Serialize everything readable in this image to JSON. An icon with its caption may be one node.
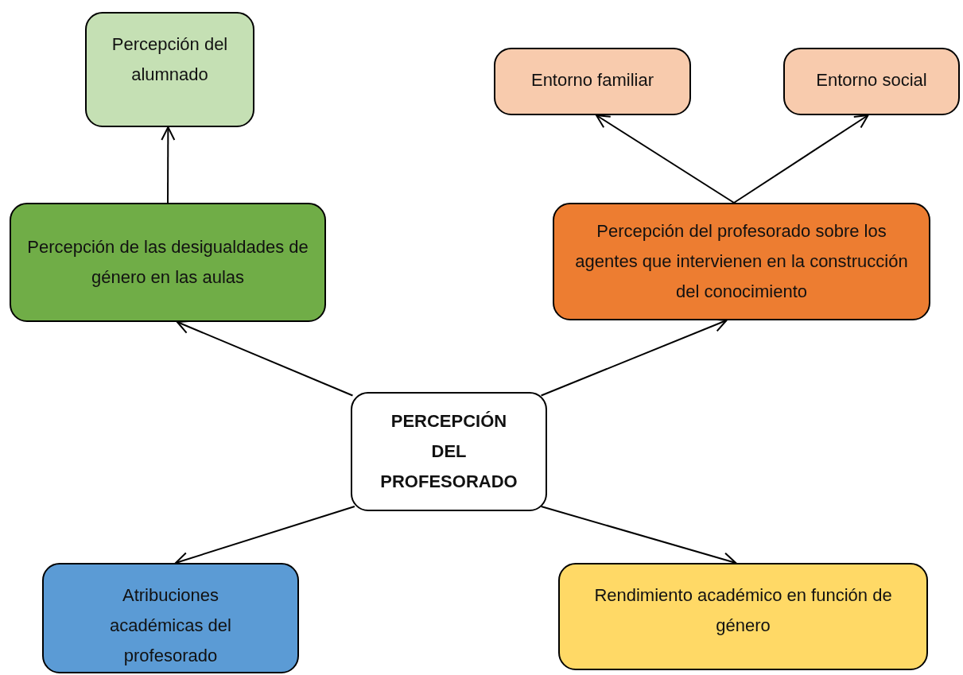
{
  "diagram": {
    "nodes": [
      {
        "text": [
          "Percepción del alumnado"
        ]
      },
      {
        "text": [
          "Percepción de las desigualdades de género en las aulas"
        ]
      },
      {
        "text": [
          "Entorno familiar"
        ]
      },
      {
        "text": [
          "Entorno social"
        ]
      },
      {
        "text": [
          "Percepción del profesorado sobre los agentes que intervienen en la construcción del conocimiento"
        ]
      },
      {
        "text": [
          "PERCEPCIÓN DEL PROFESORADO"
        ]
      },
      {
        "text": [
          "Atribuciones académicas del profesorado"
        ]
      },
      {
        "text": [
          "Rendimiento académico en función de género"
        ]
      }
    ],
    "edges": [
      {
        "from": 1,
        "to": 0,
        "arrow": "to"
      },
      {
        "from": 5,
        "to": 1,
        "arrow": "to"
      },
      {
        "from": 5,
        "to": 4,
        "arrow": "to"
      },
      {
        "from": 5,
        "to": 6,
        "arrow": "to"
      },
      {
        "from": 5,
        "to": 7,
        "arrow": "to"
      },
      {
        "from": 4,
        "to": 2,
        "arrow": "to"
      },
      {
        "from": 4,
        "to": 3,
        "arrow": "to"
      }
    ]
  }
}
